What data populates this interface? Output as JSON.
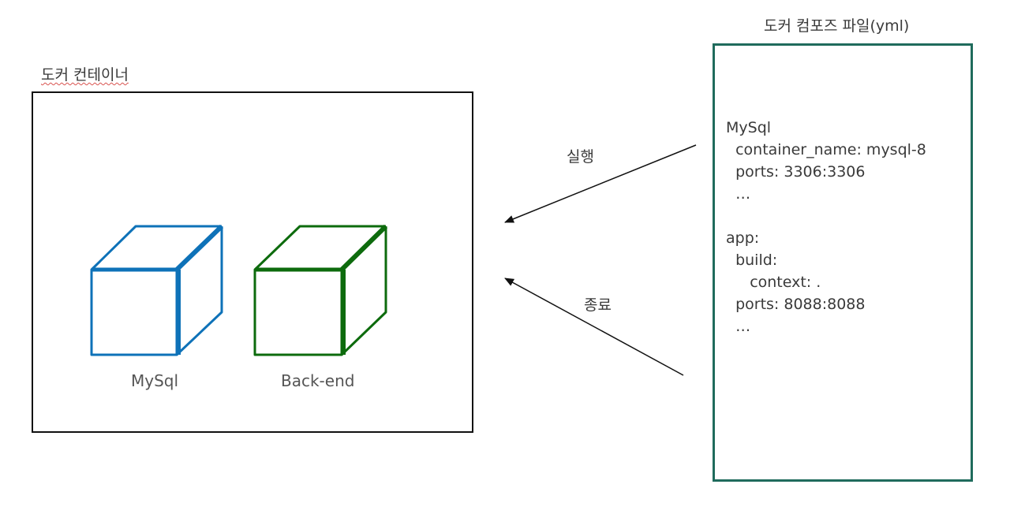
{
  "container": {
    "title": "도커 컨테이너"
  },
  "compose": {
    "title": "도커 컴포즈 파일(yml)"
  },
  "services": [
    {
      "name": "MySql",
      "color": "#0e72b8"
    },
    {
      "name": "Back-end",
      "color": "#0d6b0d"
    }
  ],
  "arrows": {
    "run": "실행",
    "stop": "종료"
  },
  "yaml_lines": [
    "MySql",
    "  container_name: mysql-8",
    "  ports: 3306:3306",
    "  …",
    "",
    "app:",
    "  build:",
    "     context: .",
    "  ports: 8088:8088",
    "  …"
  ]
}
